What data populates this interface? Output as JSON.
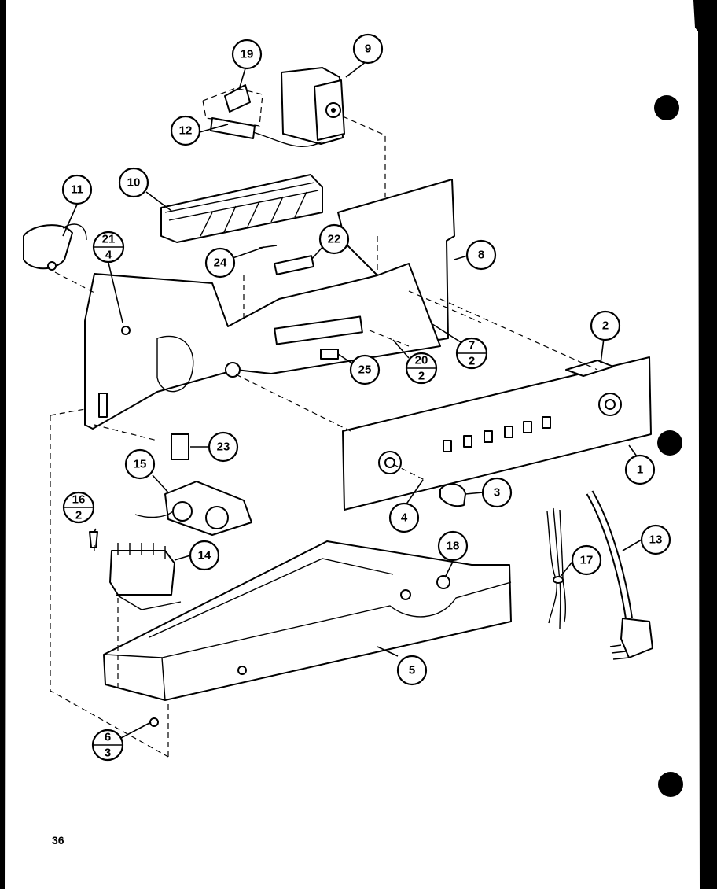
{
  "callouts": {
    "c1": "1",
    "c2": "2",
    "c3": "3",
    "c4": "4",
    "c5": "5",
    "c8": "8",
    "c9": "9",
    "c10": "10",
    "c11": "11",
    "c12": "12",
    "c13": "13",
    "c14": "14",
    "c15": "15",
    "c17": "17",
    "c18": "18",
    "c19": "19",
    "c22": "22",
    "c23": "23",
    "c24": "24",
    "c25": "25"
  },
  "fraction_callouts": {
    "f21_4": {
      "top": "21",
      "bottom": "4"
    },
    "f7_2": {
      "top": "7",
      "bottom": "2"
    },
    "f20_2": {
      "top": "20",
      "bottom": "2"
    },
    "f16_2": {
      "top": "16",
      "bottom": "2"
    },
    "f6_3": {
      "top": "6",
      "bottom": "3"
    }
  },
  "page_number": "36"
}
